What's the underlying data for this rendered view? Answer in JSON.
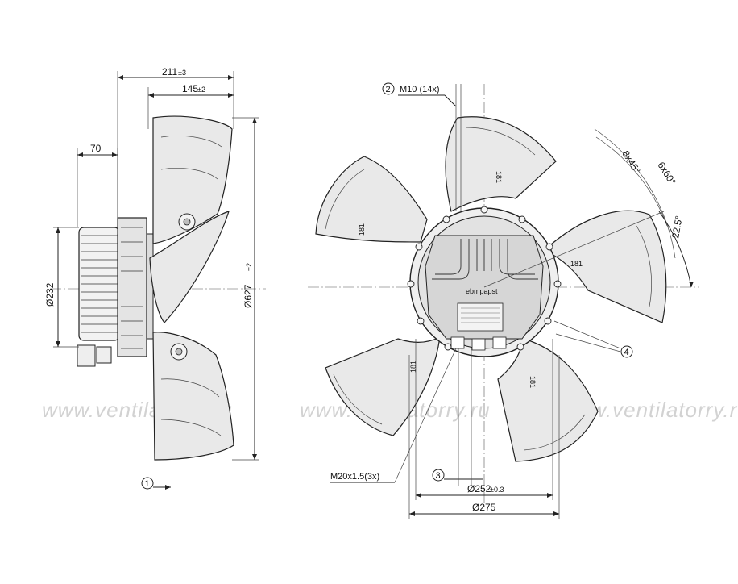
{
  "drawing": {
    "watermark": "www.ventilatorry.ru",
    "side_view": {
      "dims": {
        "overall_depth": "211",
        "overall_depth_tol": "±3",
        "blade_depth": "145",
        "blade_depth_tol": "±2",
        "motor_depth": "70",
        "motor_diameter": "Ø232",
        "fan_diameter": "Ø627",
        "fan_diameter_tol": "±2"
      },
      "callout_1": "1"
    },
    "front_view": {
      "callout_2": "2",
      "thread_top": "M10 (14x)",
      "thread_bottom": "M20x1.5(3x)",
      "callout_3": "3",
      "callout_4": "4",
      "bolt_circle": "Ø252",
      "bolt_circle_tol": "±0.3",
      "outer_circle": "Ø275",
      "angle_8x45": "8x45°",
      "angle_6x60": "6x60°",
      "angle_22_5": "22.5°",
      "brand": "ebmpapst",
      "blade_marks": [
        "181",
        "181",
        "181",
        "181",
        "181"
      ]
    }
  }
}
